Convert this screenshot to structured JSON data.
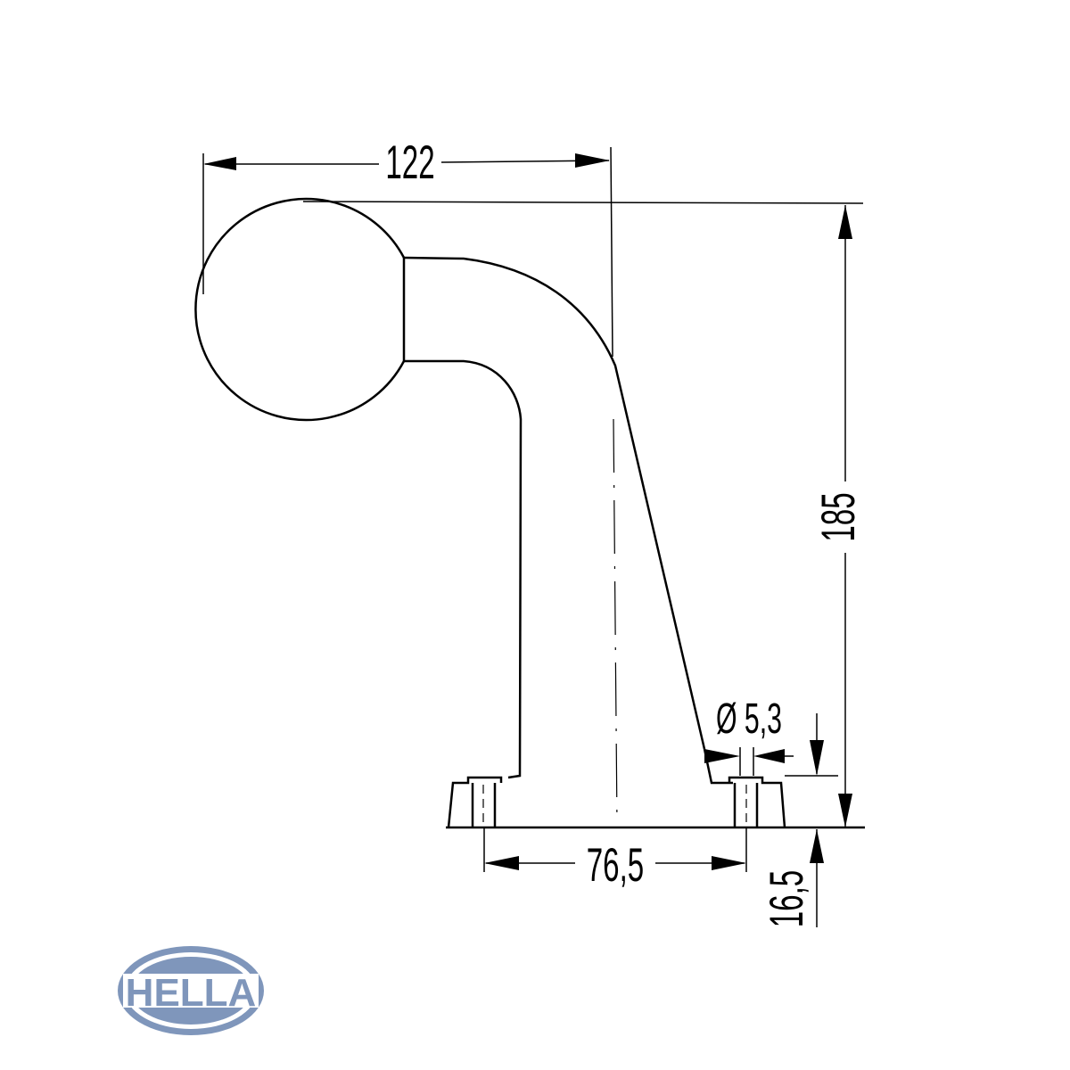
{
  "drawing": {
    "subject": "Side view of a stalk marker lamp on an angled bracket with mounting feet",
    "units": "mm",
    "dimensions": {
      "overall_width": "122",
      "overall_height": "185",
      "mount_hole_spacing": "76,5",
      "hole_diameter": "Ø 5,3",
      "foot_height": "16,5"
    }
  },
  "logo": {
    "text": "HELLA",
    "color": "#7f96bb",
    "inner_color": "#ffffff"
  },
  "colors": {
    "line": "#000000",
    "background": "#ffffff"
  }
}
